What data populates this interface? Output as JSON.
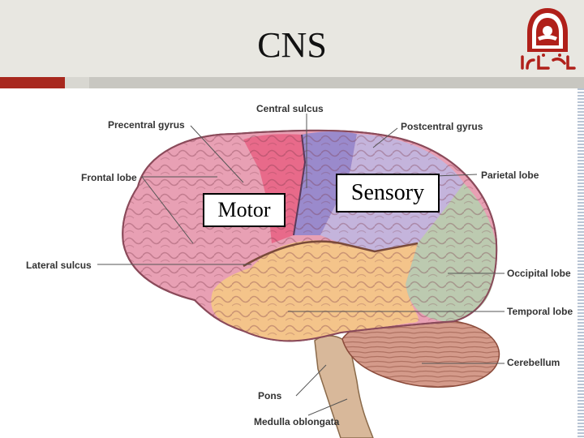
{
  "slide": {
    "title": "CNS",
    "logo_icon": "university-emblem-icon",
    "logo_text": "مؤتة"
  },
  "diagram": {
    "labels": {
      "central_sulcus": "Central sulcus",
      "precentral_gyrus": "Precentral gyrus",
      "postcentral_gyrus": "Postcentral gyrus",
      "frontal_lobe": "Frontal lobe",
      "parietal_lobe": "Parietal lobe",
      "lateral_sulcus": "Lateral sulcus",
      "occipital_lobe": "Occipital lobe",
      "temporal_lobe": "Temporal lobe",
      "cerebellum": "Cerebellum",
      "pons": "Pons",
      "medulla_oblongata": "Medulla oblongata"
    },
    "callouts": {
      "motor": "Motor",
      "sensory": "Sensory"
    }
  },
  "colors": {
    "frontal": "#e8a0b4",
    "precentral": "#e86a8a",
    "postcentral": "#9a8acc",
    "parietal": "#c4b4dc",
    "temporal": "#f4c48a",
    "occipital": "#bccab0",
    "cerebellum": "#d49a8a",
    "brainstem": "#d8b89a"
  }
}
